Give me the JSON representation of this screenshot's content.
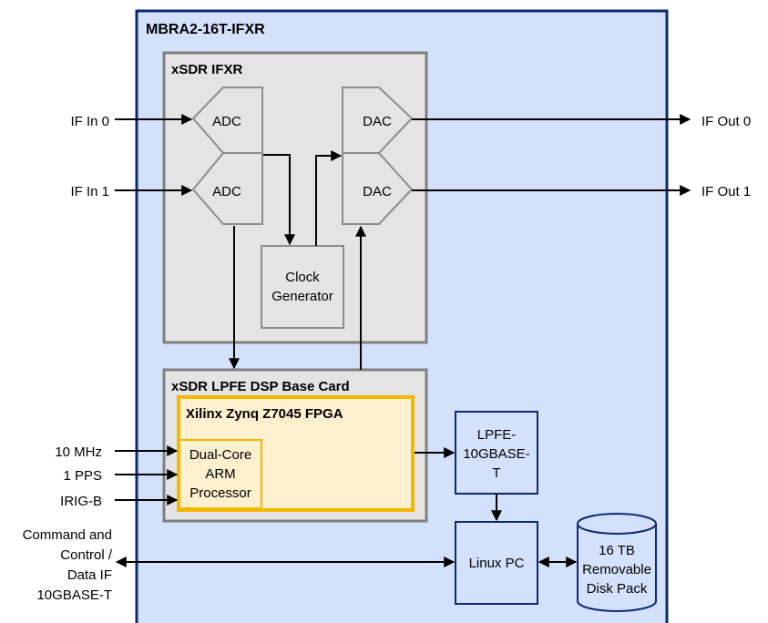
{
  "system": {
    "title": "MBRA2-16T-IFXR"
  },
  "ifxr": {
    "title": "xSDR IFXR",
    "adc0": "ADC",
    "adc1": "ADC",
    "dac0": "DAC",
    "dac1": "DAC",
    "clock": [
      "Clock",
      "Generator"
    ]
  },
  "base_card": {
    "title": "xSDR LPFE DSP Base Card",
    "fpga": "Xilinx Zynq Z7045 FPGA",
    "arm": [
      "Dual-Core",
      "ARM",
      "Processor"
    ]
  },
  "lpfe_10g": [
    "LPFE-",
    "10GBASE-",
    "T"
  ],
  "linux_pc": "Linux PC",
  "disk": [
    "16 TB",
    "Removable",
    "Disk Pack"
  ],
  "inputs": {
    "if_in_0": "IF In 0",
    "if_in_1": "IF In 1",
    "ref_10mhz": "10 MHz",
    "pps": "1 PPS",
    "irig": "IRIG-B",
    "command": [
      "Command and",
      "Control /",
      "Data IF",
      "10GBASE-T"
    ]
  },
  "outputs": {
    "if_out_0": "IF Out 0",
    "if_out_1": "IF Out 1"
  },
  "colors": {
    "system_fill": "#d3e1fb",
    "system_border": "#0d2a6e",
    "card_fill": "#e4e4e4",
    "card_border": "#7f7f7f",
    "fpga_fill": "#fdf0cf",
    "fpga_border": "#f5b800",
    "block_border": "#0d2a6e"
  }
}
